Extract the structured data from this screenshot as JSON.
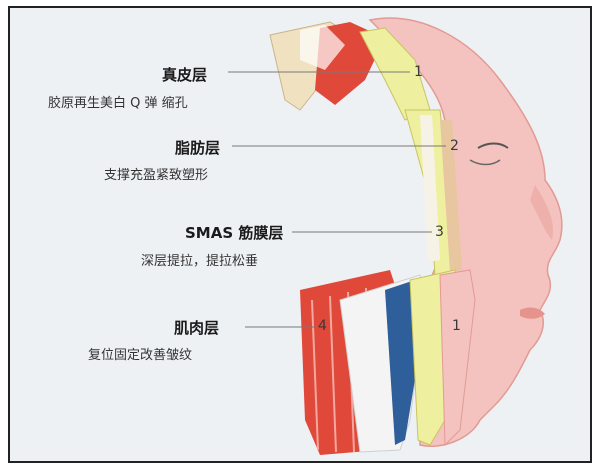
{
  "layers": [
    {
      "name": "真皮层",
      "desc": "胶原再生美白 Q 弹 缩孔",
      "marker": "1"
    },
    {
      "name": "脂肪层",
      "desc": "支撑充盈紧致塑形",
      "marker": "2"
    },
    {
      "name": "SMAS 筋膜层",
      "desc": "深层提拉，提拉松垂",
      "marker": "3"
    },
    {
      "name": "肌肉层",
      "desc": "复位固定改善皱纹",
      "marker": "4"
    }
  ],
  "face_marker": "1",
  "colors": {
    "skin": "#f4c3bf",
    "skin_edge": "#e29a94",
    "fat": "#eef0a0",
    "muscle": "#e0483a",
    "dermis": "#f0e2c0",
    "fascia": "#2f5f9a"
  }
}
